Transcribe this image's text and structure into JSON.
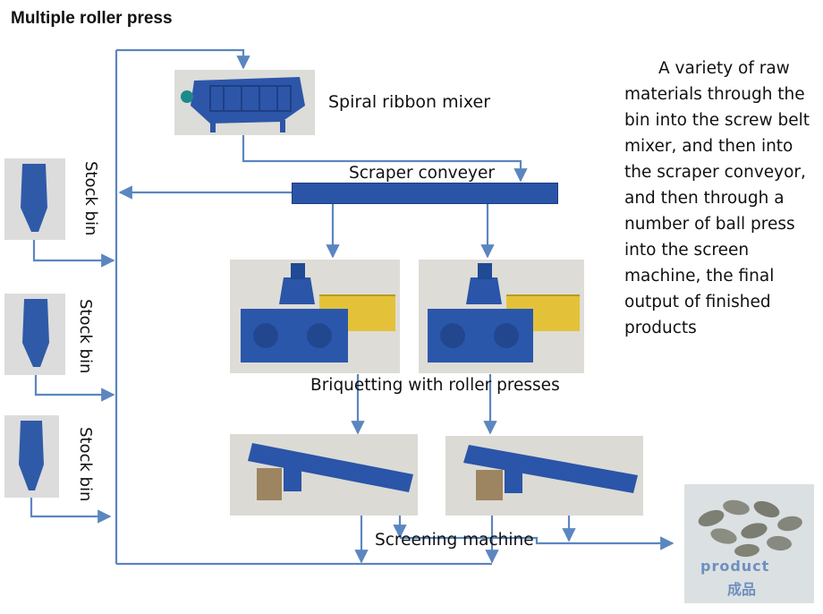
{
  "title": "Multiple roller press",
  "labels": {
    "mixer": "Spiral ribbon mixer",
    "scraper": "Scraper conveyer",
    "briquetting": "Briquetting with roller presses",
    "screening": "Screening machine",
    "stock_bin": "Stock bin"
  },
  "description": "A variety of raw materials through the bin into the screw belt mixer, and then into the scraper conveyor, and then through a number of ball press into the screen machine, the final output of finished products",
  "product": {
    "en": "product",
    "zh": "成品"
  },
  "colors": {
    "flow_arrow": "#5b86c0",
    "machine_blue": "#2a4f9e",
    "hopper_blue": "#2f5aa8"
  }
}
